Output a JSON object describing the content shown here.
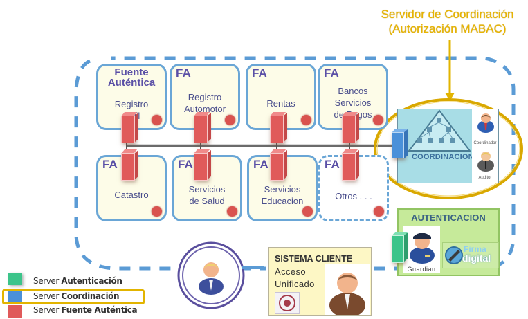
{
  "callout": {
    "line1": "Servidor de Coordinación",
    "line2": "(Autorización MABAC)"
  },
  "fuentes_autenticas": [
    {
      "badge": "Fuente Auténtica",
      "label": "Registro Civil",
      "style": "solid",
      "row": 1
    },
    {
      "badge": "FA",
      "label": "Registro Automotor",
      "style": "solid",
      "row": 1
    },
    {
      "badge": "FA",
      "label": "Rentas",
      "style": "solid",
      "row": 1
    },
    {
      "badge": "FA",
      "label": "Bancos Servicios de Pagos",
      "style": "solid",
      "row": 1
    },
    {
      "badge": "FA",
      "label": "Catastro",
      "style": "solid",
      "row": 2
    },
    {
      "badge": "FA",
      "label": "Servicios de Salud",
      "style": "solid",
      "row": 2
    },
    {
      "badge": "FA",
      "label": "Servicios Educacion",
      "style": "solid",
      "row": 2
    },
    {
      "badge": "FA",
      "label": "Otros . . .",
      "style": "dashed",
      "row": 2
    }
  ],
  "fa_labels_lines": {
    "c0": [
      "Registro",
      "Civil"
    ],
    "c1": [
      "Registro",
      "Automotor"
    ],
    "c2": [
      "Rentas"
    ],
    "c3": [
      "Bancos",
      "Servicios",
      "de Pagos"
    ],
    "c4": [
      "Catastro"
    ],
    "c5": [
      "Servicios",
      "de Salud"
    ],
    "c6": [
      "Servicios",
      "Educacion"
    ],
    "c7": [
      "Otros . . ."
    ]
  },
  "coordinacion": {
    "label": "COORDINACION",
    "roles": [
      "Coordinador",
      "Auditor"
    ]
  },
  "autenticacion": {
    "title": "AUTENTICACION",
    "guardian_label": "Guardian",
    "firma_top": "Firma",
    "firma_bottom": "digital"
  },
  "sistema_cliente": {
    "title": "SISTEMA CLIENTE",
    "line1": "Acceso",
    "line2": "Unificado"
  },
  "legend": [
    {
      "prefix": "Server",
      "name": "Autenticación",
      "color": "#3cc48a"
    },
    {
      "prefix": "Server",
      "name": "Coordinación",
      "color": "#4a90d9",
      "highlighted": true
    },
    {
      "prefix": "Server",
      "name": "Fuente Auténtica",
      "color": "#e05a5a"
    }
  ],
  "colors": {
    "dashed_border": "#5b9bd5",
    "highlight_gold": "#e2b400",
    "fa_server": "#e05a5a",
    "coord_server": "#4a90d9",
    "auth_server": "#3cc48a"
  }
}
